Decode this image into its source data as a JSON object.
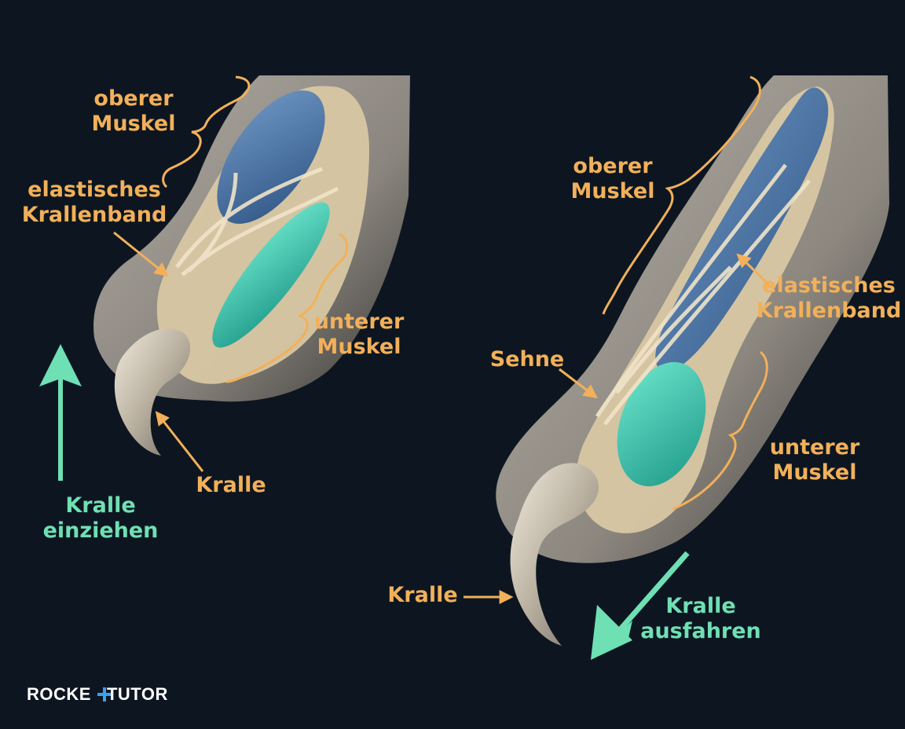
{
  "colors": {
    "background": "#0d1620",
    "label_orange": "#f2b05a",
    "label_mint": "#6fe0b4",
    "upper_muscle": "#4f78a8",
    "lower_muscle": "#3fc7b0",
    "bone": "#d9c8a5",
    "fur": "#8f8a83"
  },
  "left_panel": {
    "upper_muscle": [
      "oberer",
      "Muskel"
    ],
    "ligament": [
      "elastisches",
      "Krallenband"
    ],
    "lower_muscle": [
      "unterer",
      "Muskel"
    ],
    "claw": "Kralle",
    "action": [
      "Kralle",
      "einziehen"
    ]
  },
  "right_panel": {
    "upper_muscle": [
      "oberer",
      "Muskel"
    ],
    "ligament": [
      "elastisches",
      "Krallenband"
    ],
    "tendon": "Sehne",
    "lower_muscle": [
      "unterer",
      "Muskel"
    ],
    "claw": "Kralle",
    "action": [
      "Kralle",
      "ausfahren"
    ]
  },
  "logo": {
    "text_a": "ROCKE",
    "text_b": "TUTO",
    "text_c": "R"
  }
}
